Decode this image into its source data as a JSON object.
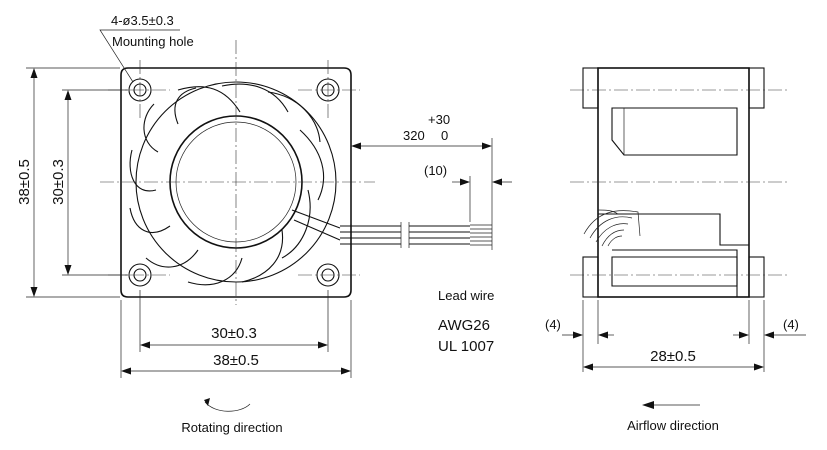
{
  "front_view": {
    "mounting_hole_dim": "4-ø3.5±0.3",
    "mounting_hole_label": "Mounting hole",
    "height_overall": "38±0.5",
    "height_holes": "30±0.3",
    "width_holes": "30±0.3",
    "width_overall": "38±0.5",
    "rotating_label": "Rotating direction"
  },
  "lead_wire": {
    "tol_upper": "+30",
    "length_nominal": "320",
    "tol_lower": "0",
    "strip_length": "(10)",
    "label": "Lead wire",
    "gauge": "AWG26",
    "standard": "UL 1007"
  },
  "side_view": {
    "left_offset": "(4)",
    "right_offset": "(4)",
    "depth": "28±0.5",
    "airflow_label": "Airflow direction"
  }
}
